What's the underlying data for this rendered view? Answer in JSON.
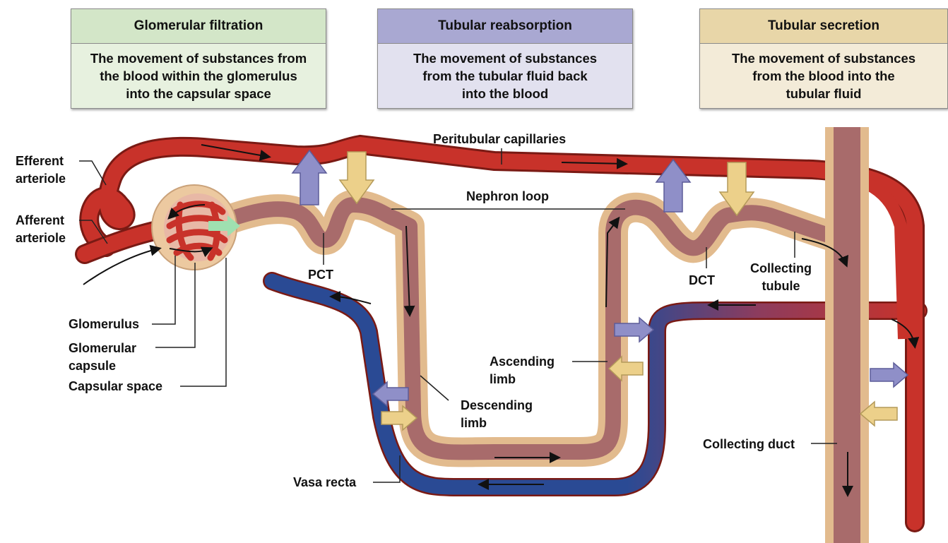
{
  "processes": [
    {
      "title": "Glomerular filtration",
      "description": "The movement of substances from\nthe blood within the glomerulus\ninto the capsular space",
      "color": "#d3e6c8",
      "body_color": "#e7f1df"
    },
    {
      "title": "Tubular reabsorption",
      "description": "The movement of substances\nfrom the tubular fluid back\ninto the blood",
      "color": "#a9a8d2",
      "body_color": "#e2e1ef"
    },
    {
      "title": "Tubular secretion",
      "description": "The movement of substances\nfrom the blood into the\ntubular fluid",
      "color": "#e8d6a8",
      "body_color": "#f3ebd8"
    }
  ],
  "labels": {
    "efferent_arteriole": "Efferent\narteriole",
    "afferent_arteriole": "Afferent\narteriole",
    "glomerulus": "Glomerulus",
    "glomerular_capsule": "Glomerular\ncapsule",
    "capsular_space": "Capsular space",
    "pct": "PCT",
    "dct": "DCT",
    "nephron_loop": "Nephron loop",
    "peritubular_capillaries": "Peritubular capillaries",
    "ascending_limb": "Ascending\nlimb",
    "descending_limb": "Descending\nlimb",
    "collecting_tubule": "Collecting\ntubule",
    "collecting_duct": "Collecting duct",
    "vasa_recta": "Vasa recta"
  },
  "colors": {
    "artery_red": "#c8322a",
    "vein_blue": "#2a4a94",
    "tubule_tan": "#ecc9a0",
    "tubule_lumen": "#a86b6b",
    "reabsorption_arrow": "#8f8fc8",
    "secretion_arrow": "#ecd08a",
    "filtration_arrow": "#9fe0b0"
  }
}
